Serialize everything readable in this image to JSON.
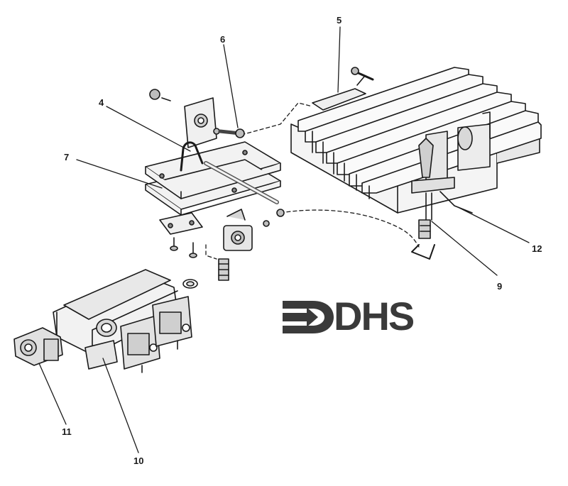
{
  "callouts": [
    {
      "id": "5",
      "text": "5"
    },
    {
      "id": "6",
      "text": "6"
    },
    {
      "id": "4",
      "text": "4"
    },
    {
      "id": "7",
      "text": "7"
    },
    {
      "id": "12",
      "text": "12"
    },
    {
      "id": "9",
      "text": "9"
    },
    {
      "id": "11",
      "text": "11"
    },
    {
      "id": "10",
      "text": "10"
    }
  ],
  "logo": {
    "text": "DHS",
    "color": "#3a3a3a"
  },
  "colors": {
    "ink": "#1a1a1a",
    "fill": "#f2f2f2",
    "shade": "#bdbdbd"
  }
}
